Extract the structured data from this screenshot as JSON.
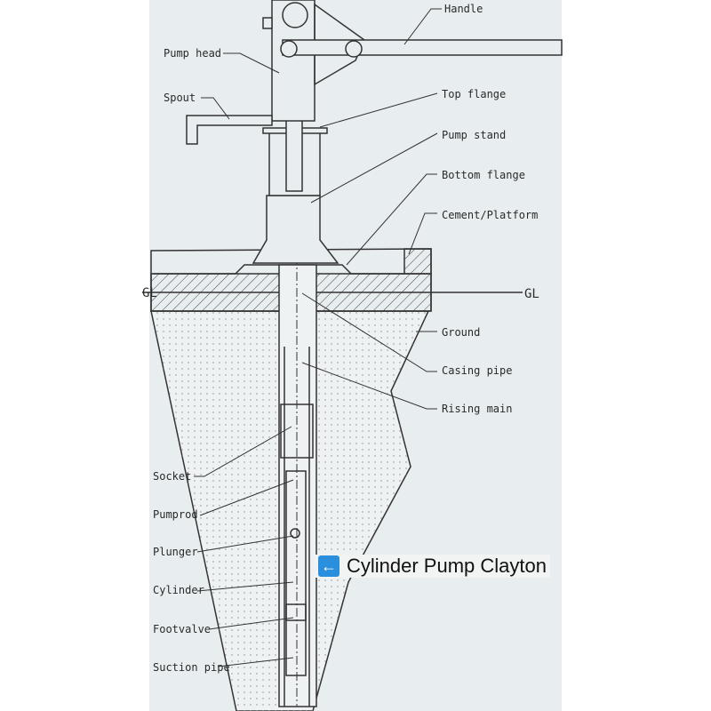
{
  "labels": {
    "handle": "Handle",
    "pump_head": "Pump head",
    "spout": "Spout",
    "top_flange": "Top flange",
    "pump_stand": "Pump stand",
    "bottom_flange": "Bottom flange",
    "cement_platform": "Cement/Platform",
    "gl_left": "GL",
    "gl_right": "GL",
    "ground": "Ground",
    "casing_pipe": "Casing pipe",
    "rising_main": "Rising main",
    "socket": "Socket",
    "pumprod": "Pumprod",
    "plunger": "Plunger",
    "cylinder": "Cylinder",
    "footvalve": "Footvalve",
    "suction_pipe": "Suction pipe"
  },
  "caption": {
    "icon": "left-arrow-icon",
    "text": "Cylinder Pump Clayton"
  },
  "colors": {
    "paper": "#e8edef",
    "line": "#333333",
    "accent": "#2a8fdc"
  }
}
